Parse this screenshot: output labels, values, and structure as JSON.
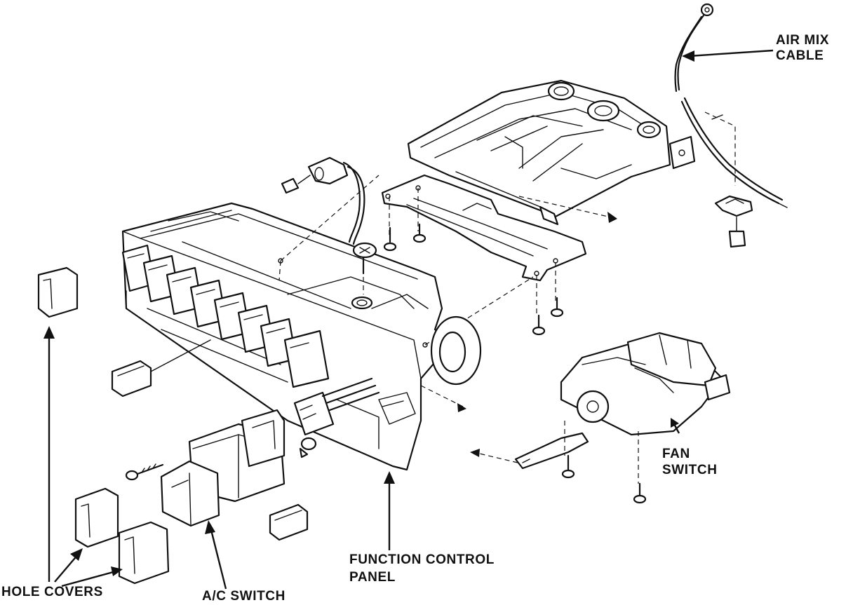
{
  "labels": {
    "air_mix_cable": [
      "AIR MIX",
      "CABLE"
    ],
    "fan_switch": [
      "FAN",
      "SWITCH"
    ],
    "function_control_panel": [
      "FUNCTION CONTROL",
      "PANEL"
    ],
    "hole_covers": "HOLE COVERS",
    "ac_switch": "A/C SWITCH"
  }
}
